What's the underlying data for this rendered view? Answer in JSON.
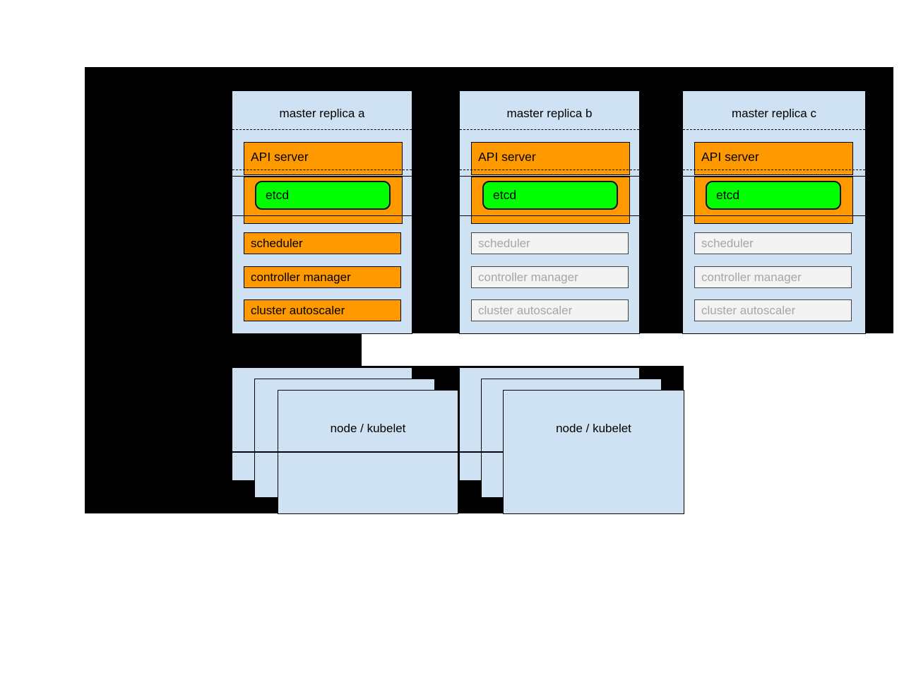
{
  "diagram": {
    "title_context": "high-availability master replicas with node stacks",
    "replicas": [
      {
        "title": "master replica a",
        "api_label": "API server",
        "etcd_label": "etcd",
        "components_state": "active",
        "components": [
          {
            "label": "scheduler"
          },
          {
            "label": "controller manager"
          },
          {
            "label": "cluster autoscaler"
          }
        ]
      },
      {
        "title": "master replica b",
        "api_label": "API server",
        "etcd_label": "etcd",
        "components_state": "inactive",
        "components": [
          {
            "label": "scheduler"
          },
          {
            "label": "controller manager"
          },
          {
            "label": "cluster autoscaler"
          }
        ]
      },
      {
        "title": "master replica c",
        "api_label": "API server",
        "etcd_label": "etcd",
        "components_state": "inactive",
        "components": [
          {
            "label": "scheduler"
          },
          {
            "label": "controller manager"
          },
          {
            "label": "cluster autoscaler"
          }
        ]
      }
    ],
    "node_stacks": [
      {
        "title": "node / kubelet"
      },
      {
        "title": "node / kubelet"
      }
    ],
    "colors": {
      "backdrop_black": "#000000",
      "panel_blue": "#cfe2f3",
      "active_orange": "#ff9900",
      "etcd_green": "#00ff00",
      "inactive_fill": "#f3f3f3",
      "inactive_border": "#434343",
      "inactive_text": "#a6a6a6"
    }
  }
}
